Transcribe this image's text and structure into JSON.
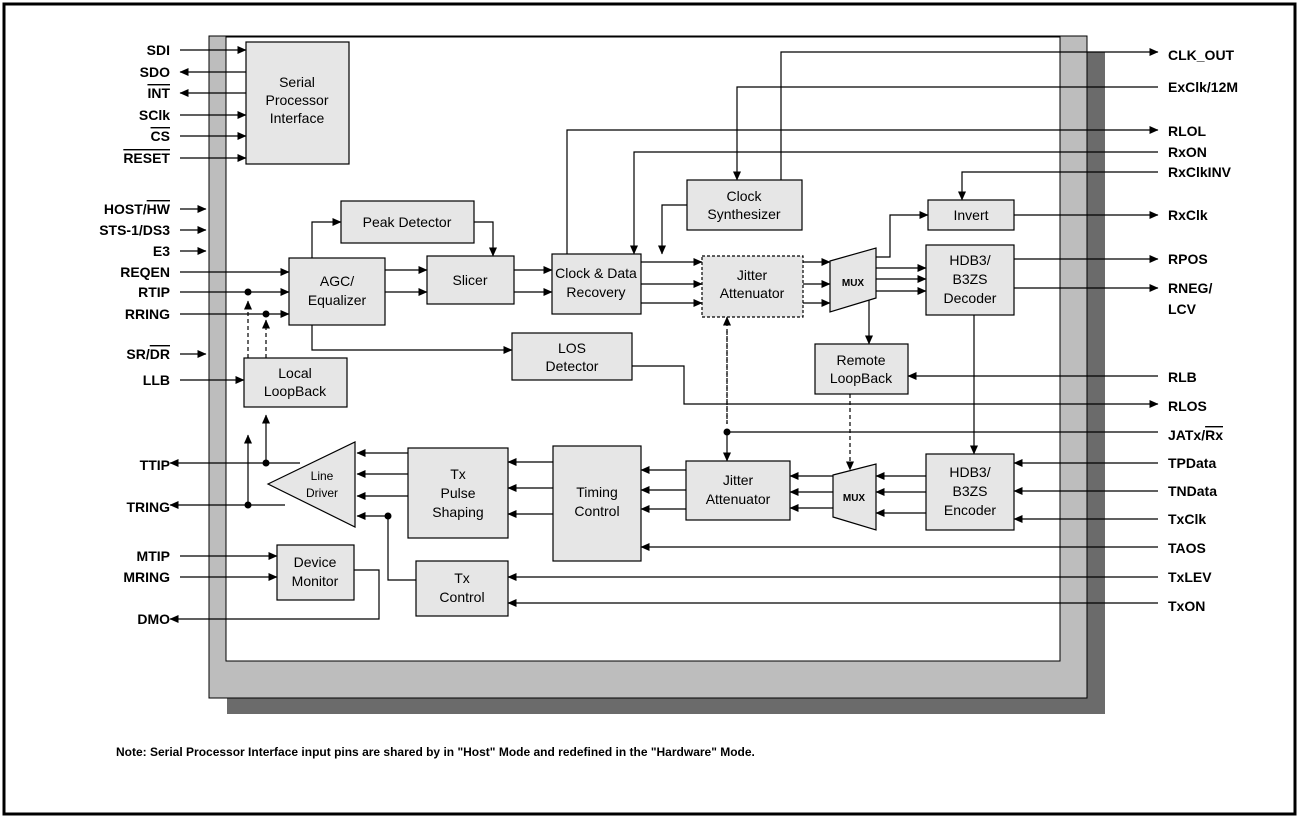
{
  "pins_left": {
    "sdi": "SDI",
    "sdo": "SDO",
    "int": "INT",
    "sclk": "SClk",
    "cs": "CS",
    "reset": "RESET",
    "host_hw_a": "HOST/",
    "host_hw_b": "HW",
    "sts": "STS-1/DS3",
    "e3": "E3",
    "reqen": "REQEN",
    "rtip": "RTIP",
    "rring": "RRING",
    "sr_dr_a": "SR/",
    "sr_dr_b": "DR",
    "llb": "LLB",
    "ttip": "TTIP",
    "tring": "TRING",
    "mtip": "MTIP",
    "mring": "MRING",
    "dmo": "DMO"
  },
  "pins_right": {
    "clk_out": "CLK_OUT",
    "exclk": "ExClk/12M",
    "rlol": "RLOL",
    "rxon": "RxON",
    "rxclkinv": "RxClkINV",
    "rxclk": "RxClk",
    "rpos": "RPOS",
    "rneg": "RNEG/",
    "lcv": "LCV",
    "rlb": "RLB",
    "rlos": "RLOS",
    "jatx_a": "JATx/",
    "jatx_b": "Rx",
    "tpdata": "TPData",
    "tndata": "TNData",
    "txclk": "TxClk",
    "taos": "TAOS",
    "txlev": "TxLEV",
    "txon": "TxON"
  },
  "blocks": {
    "spi": [
      "Serial",
      "Processor",
      "Interface"
    ],
    "peak": "Peak Detector",
    "agc": [
      "AGC/",
      "Equalizer"
    ],
    "slicer": "Slicer",
    "cdr": [
      "Clock & Data",
      "Recovery"
    ],
    "clksyn": [
      "Clock",
      "Synthesizer"
    ],
    "jitter_rx": [
      "Jitter",
      "Attenuator"
    ],
    "mux": "MUX",
    "invert": "Invert",
    "decoder": [
      "HDB3/",
      "B3ZS",
      "Decoder"
    ],
    "los": [
      "LOS",
      "Detector"
    ],
    "remote_lb": [
      "Remote",
      "LoopBack"
    ],
    "local_lb": [
      "Local",
      "LoopBack"
    ],
    "line_driver": [
      "Line",
      "Driver"
    ],
    "pulse": [
      "Tx",
      "Pulse",
      "Shaping"
    ],
    "timing": [
      "Timing",
      "Control"
    ],
    "jitter_tx": [
      "Jitter",
      "Attenuator"
    ],
    "encoder": [
      "HDB3/",
      "B3ZS",
      "Encoder"
    ],
    "monitor": [
      "Device",
      "Monitor"
    ],
    "txctrl": [
      "Tx",
      "Control"
    ]
  },
  "note": "Note:  Serial Processor Interface input pins are shared by  in \"Host\" Mode and redefined in the \"Hardware\" Mode.",
  "colors": {
    "chip_border": "#bdbdbd",
    "chip_shadow": "#6b6b6b",
    "block_fill": "#e6e6e6"
  }
}
